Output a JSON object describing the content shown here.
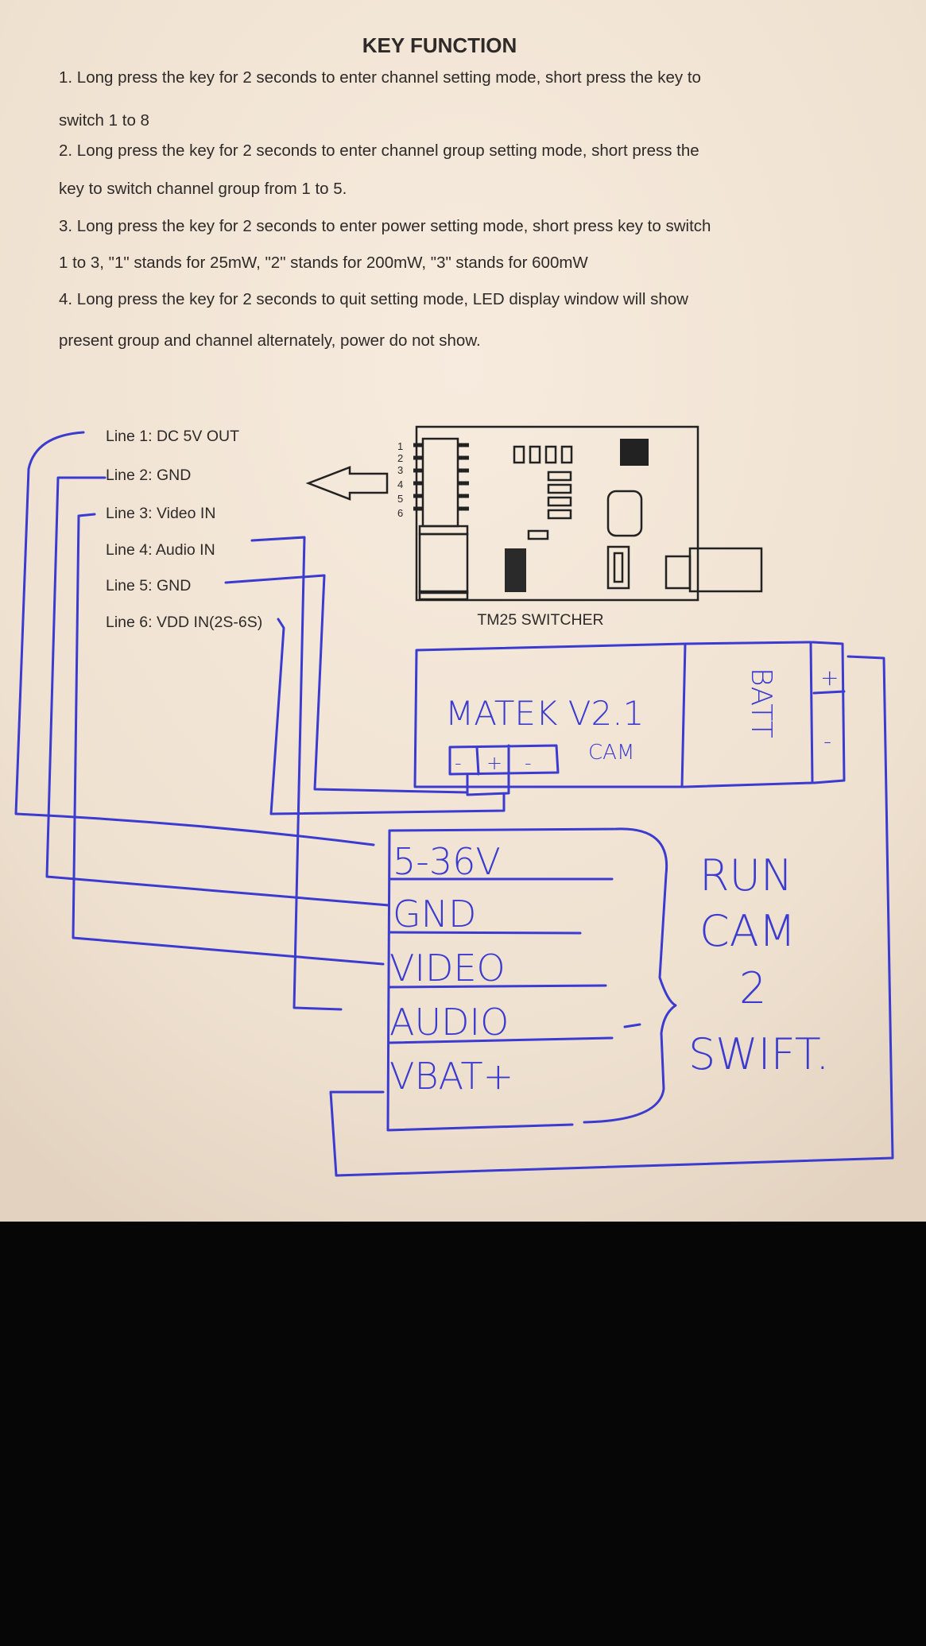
{
  "title": "KEY FUNCTION",
  "instructions": [
    [
      "1. Long press the key for 2 seconds to enter channel setting mode, short press the key to",
      "switch 1 to 8"
    ],
    [
      "2. Long press the key for 2 seconds to enter channel group setting mode, short press the",
      "key to switch channel group from 1 to 5."
    ],
    [
      "3. Long press the key for 2 seconds to enter power setting mode, short press key to switch",
      "1 to 3, \"1\" stands for 25mW, \"2\" stands for 200mW, \"3\" stands for 600mW"
    ],
    [
      "4. Long press the key for 2 seconds to quit setting mode, LED display window will show",
      "present group and channel alternately, power do not show."
    ]
  ],
  "lines": [
    "Line 1: DC 5V OUT",
    "Line 2: GND",
    "Line 3: Video IN",
    "Line 4: Audio IN",
    "Line 5: GND",
    "Line 6: VDD IN(2S-6S)"
  ],
  "pin_numbers": [
    "1",
    "2",
    "3",
    "4",
    "5",
    "6"
  ],
  "module_caption": "TM25 SWITCHER",
  "handwritten": {
    "matek": "MATEK V2.1",
    "cam": "CAM",
    "cam_pins": [
      "-",
      "+",
      "-"
    ],
    "batt": "BATT",
    "batt_pins": [
      "+",
      "-"
    ],
    "runcam_pins": [
      "5-36V",
      "GND",
      "VIDEO",
      "AUDIO",
      "VBAT+"
    ],
    "runcam_name": [
      "RUN",
      "CAM",
      "2",
      "SWIFT."
    ]
  },
  "colors": {
    "paper": "#f1e5d6",
    "ink": "#3b3bd0",
    "print": "#2e2a28",
    "background": "#060606"
  }
}
